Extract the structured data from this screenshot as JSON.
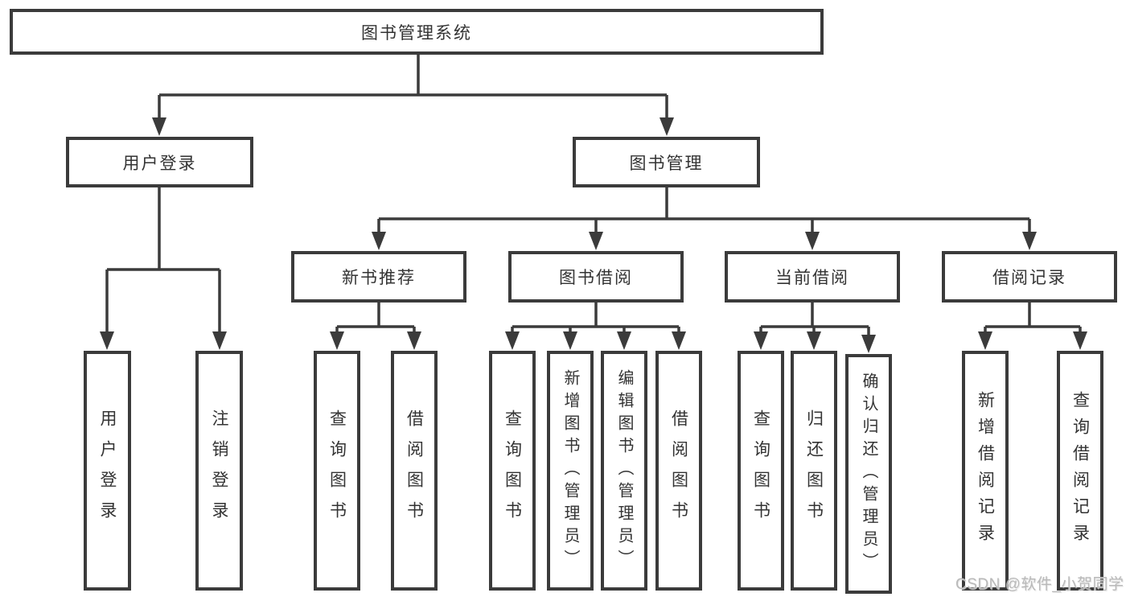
{
  "diagram": {
    "root": "图书管理系统",
    "level2": [
      "用户登录",
      "图书管理"
    ],
    "level3": [
      "新书推荐",
      "图书借阅",
      "当前借阅",
      "借阅记录"
    ],
    "user_login_children": [
      "用户登录",
      "注销登录"
    ],
    "new_book_children": [
      "查询图书",
      "借阅图书"
    ],
    "book_borrow_children": [
      "查询图书",
      "新增图书（管理员）",
      "编辑图书（管理员）",
      "借阅图书"
    ],
    "current_borrow_children": [
      "查询图书",
      "归还图书",
      "确认归还（管理员）"
    ],
    "borrow_record_children": [
      "新增借阅记录",
      "查询借阅记录"
    ]
  },
  "watermark": "CSDN @软件_小贺同学",
  "colors": {
    "line": "#3b3b3b",
    "text": "#333333",
    "watermark": "#b9b9b9",
    "background": "#ffffff"
  }
}
